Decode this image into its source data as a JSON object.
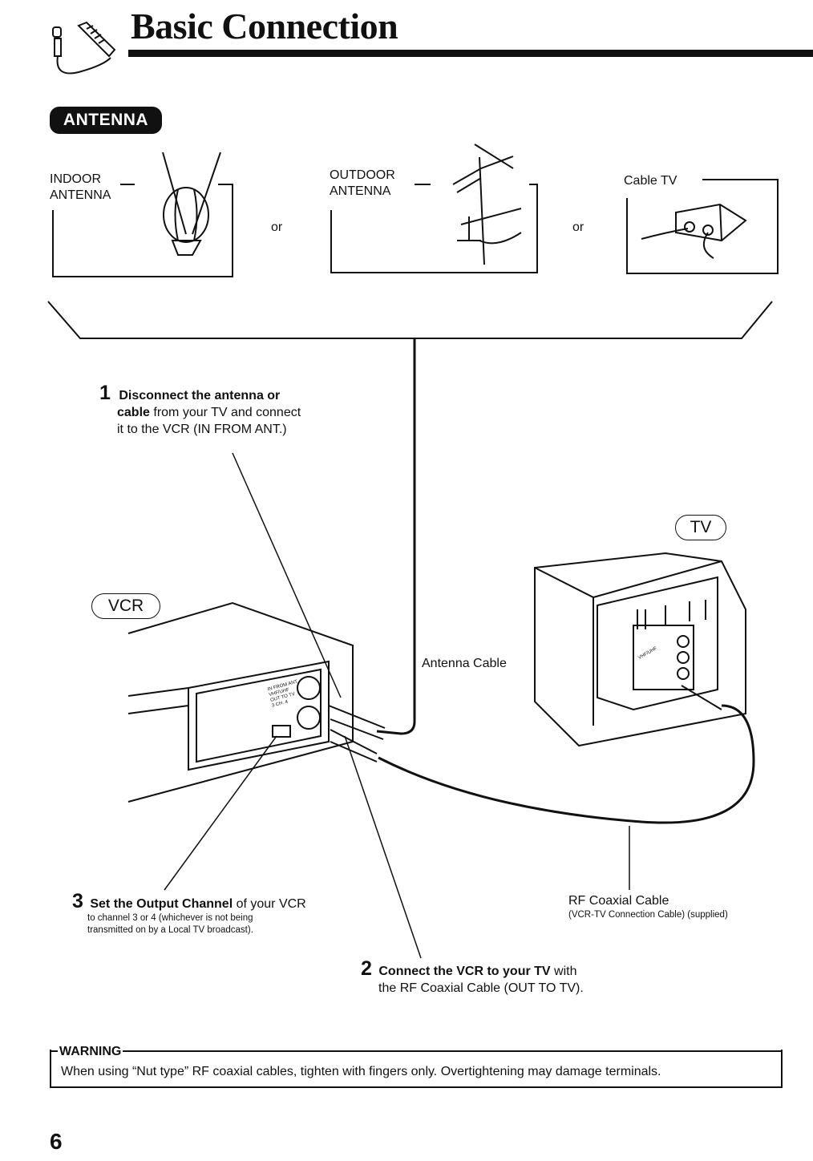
{
  "header": {
    "title": "Basic Connection",
    "icon": "cable-plug-icon"
  },
  "section_badge": "ANTENNA",
  "sources": {
    "indoor": [
      "INDOOR",
      "ANTENNA"
    ],
    "outdoor": [
      "OUTDOOR",
      "ANTENNA"
    ],
    "cable": "Cable TV",
    "or": "or"
  },
  "devices": {
    "vcr": "VCR",
    "tv": "TV"
  },
  "vcr_terminals": {
    "in_from_ant": "IN FROM ANT.",
    "vhf_uhf": "VHF/UHF",
    "out_to_tv": "OUT TO TV",
    "channel_switch": "3 CH. 4"
  },
  "tv_terminal": "VHF/UHF",
  "cables": {
    "antenna": "Antenna Cable",
    "rf": "RF Coaxial Cable",
    "rf_note": "(VCR-TV Connection Cable) (supplied)"
  },
  "steps": [
    {
      "number": "1",
      "bold": "Disconnect the antenna or cable",
      "lines": [
        "Disconnect the antenna or",
        "cable",
        " from your TV and connect",
        "it to the VCR (IN FROM ANT.)"
      ]
    },
    {
      "number": "2",
      "bold": "Connect the VCR to your TV",
      "rest": " with",
      "line2": "the RF Coaxial Cable (OUT TO TV)."
    },
    {
      "number": "3",
      "bold": "Set the Output Channel",
      "rest": " of your VCR",
      "note1": "to channel 3 or 4 (whichever is not being",
      "note2": "transmitted on by a Local TV broadcast)."
    }
  ],
  "warning": {
    "title": "WARNING",
    "text": "When using “Nut type” RF coaxial cables, tighten with fingers only. Overtightening may damage terminals."
  },
  "page_number": "6"
}
